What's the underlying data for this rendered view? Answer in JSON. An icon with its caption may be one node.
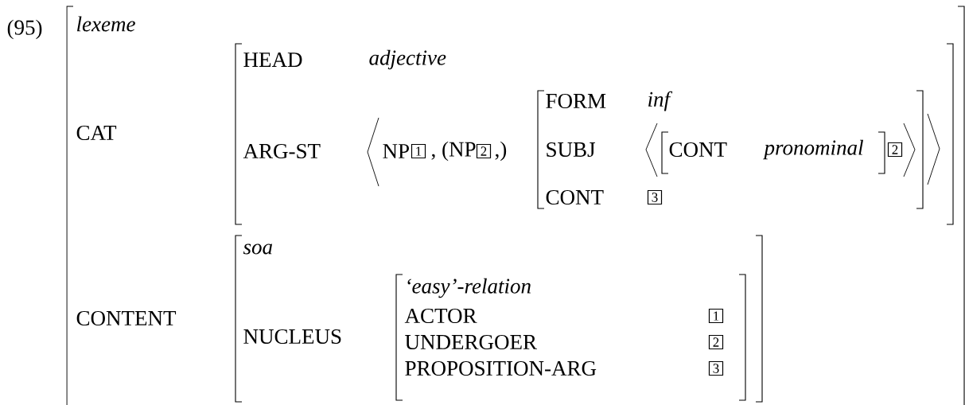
{
  "diagram": {
    "nodes": [
      {
        "text": [
          "lexeme",
          "CAT",
          "CONTENT"
        ]
      },
      {
        "text": [
          "HEAD",
          "adjective",
          "ARG-ST",
          "NP",
          ", (NP",
          ",)"
        ],
        "in": 0
      },
      {
        "text": [
          "1"
        ],
        "in": 1
      },
      {
        "text": [
          "2"
        ],
        "in": 1
      },
      {
        "text": [
          "FORM",
          "inf",
          "SUBJ",
          "CONT"
        ],
        "in": 1
      },
      {
        "text": [
          "CONT",
          "pronominal"
        ],
        "in": 4
      },
      {
        "text": [
          "2"
        ],
        "in": 4
      },
      {
        "text": [
          "3"
        ],
        "in": 4
      },
      {
        "text": [
          "soa",
          "NUCLEUS"
        ],
        "in": 0
      },
      {
        "text": [
          "‘easy’-relation",
          "ACTOR",
          "UNDERGOER",
          "PROPOSITION-ARG"
        ],
        "in": 8
      },
      {
        "text": [
          "1"
        ],
        "in": 9
      },
      {
        "text": [
          "2"
        ],
        "in": 9
      },
      {
        "text": [
          "3"
        ],
        "in": 9
      }
    ],
    "labels": [
      "(95)"
    ]
  }
}
